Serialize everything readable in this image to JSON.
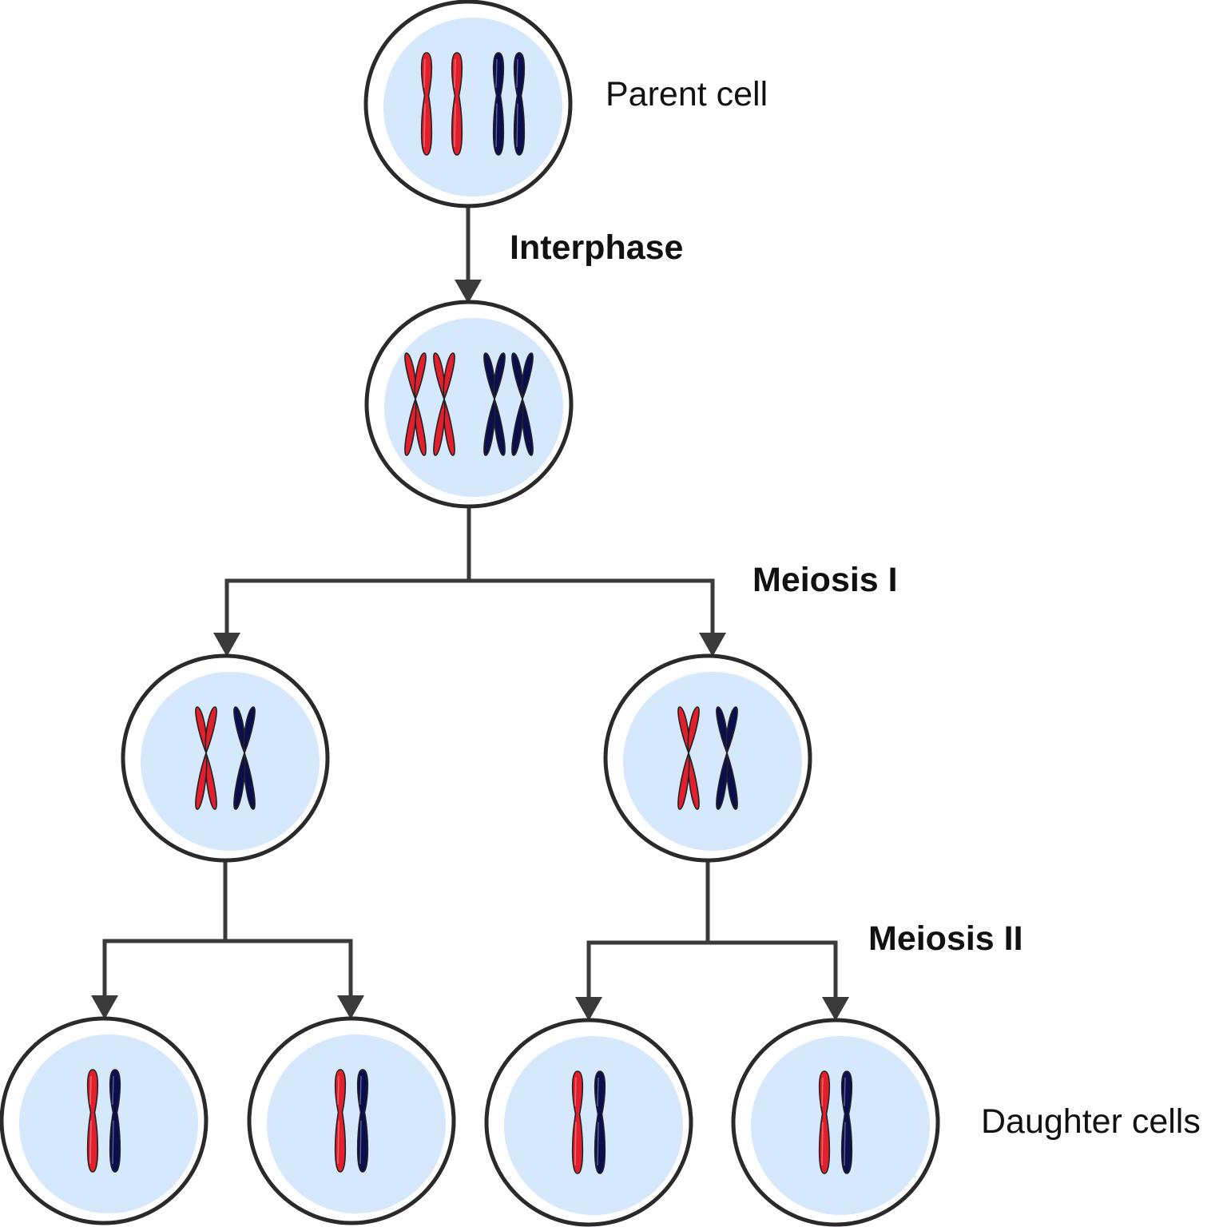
{
  "labels": {
    "parent": "Parent cell",
    "interphase": "Interphase",
    "meiosis1": "Meiosis I",
    "meiosis2": "Meiosis II",
    "daughters": "Daughter cells"
  },
  "colors": {
    "cell_fill": "#d6e8fb",
    "cell_highlight": "#ffffff",
    "cell_stroke": "#2a2a2a",
    "arrow": "#3a3a3a",
    "chromosome_red": "#e21f2c",
    "chromosome_blue": "#0a0d4e",
    "chromosome_outline": "#222222"
  },
  "cells": [
    {
      "stage": "parent",
      "chromosomes": [
        "single-red",
        "single-red",
        "single-blue",
        "single-blue"
      ]
    },
    {
      "stage": "after-interphase",
      "chromosomes": [
        "duplicated-red",
        "duplicated-red",
        "duplicated-blue",
        "duplicated-blue"
      ]
    },
    {
      "stage": "meiosis-1-left",
      "chromosomes": [
        "duplicated-red",
        "duplicated-blue"
      ]
    },
    {
      "stage": "meiosis-1-right",
      "chromosomes": [
        "duplicated-red",
        "duplicated-blue"
      ]
    },
    {
      "stage": "daughter-1",
      "chromosomes": [
        "single-red",
        "single-blue"
      ]
    },
    {
      "stage": "daughter-2",
      "chromosomes": [
        "single-red",
        "single-blue"
      ]
    },
    {
      "stage": "daughter-3",
      "chromosomes": [
        "single-red",
        "single-blue"
      ]
    },
    {
      "stage": "daughter-4",
      "chromosomes": [
        "single-red",
        "single-blue"
      ]
    }
  ]
}
